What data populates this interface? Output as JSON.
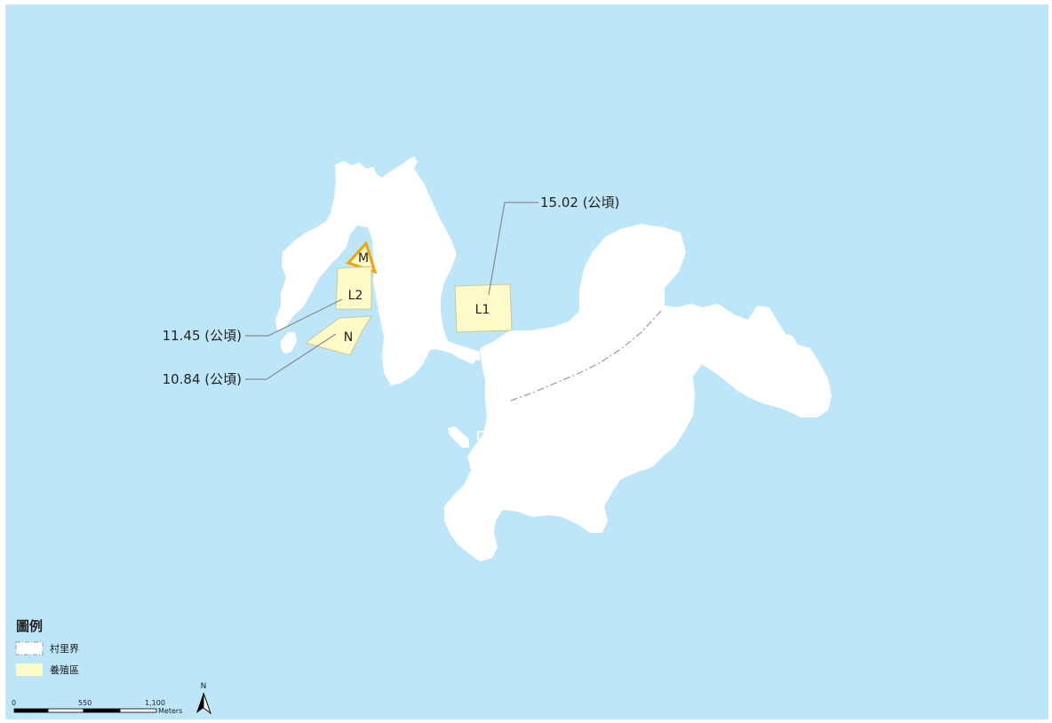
{
  "map": {
    "colors": {
      "water": "#bde6f9",
      "land": "#ffffff",
      "aquaculture_fill": "#fffbc8",
      "aquaculture_stroke": "#c8c79a",
      "highlight_stroke": "#f0a500",
      "leader": "#8a8a8a",
      "boundary": "#9a9a9a"
    },
    "zones": [
      {
        "id": "M",
        "label": "M",
        "highlighted": true
      },
      {
        "id": "L2",
        "label": "L2",
        "highlighted": false
      },
      {
        "id": "N",
        "label": "N",
        "highlighted": false
      },
      {
        "id": "L1",
        "label": "L1",
        "highlighted": false
      }
    ],
    "annotations": {
      "l1_area": "15.02 (公頃)",
      "l2_area": "11.45 (公頃)",
      "n_area": "10.84 (公頃)"
    }
  },
  "legend": {
    "title": "圖例",
    "items": [
      {
        "label": "村里界",
        "symbol": "dash-dot-boundary"
      },
      {
        "label": "養殖區",
        "symbol": "yellow-fill"
      }
    ]
  },
  "scalebar": {
    "labels": [
      "0",
      "550",
      "1,100"
    ],
    "unit": "Meters"
  },
  "north_arrow": {
    "label": "N",
    "icon": "north-arrow-icon"
  }
}
